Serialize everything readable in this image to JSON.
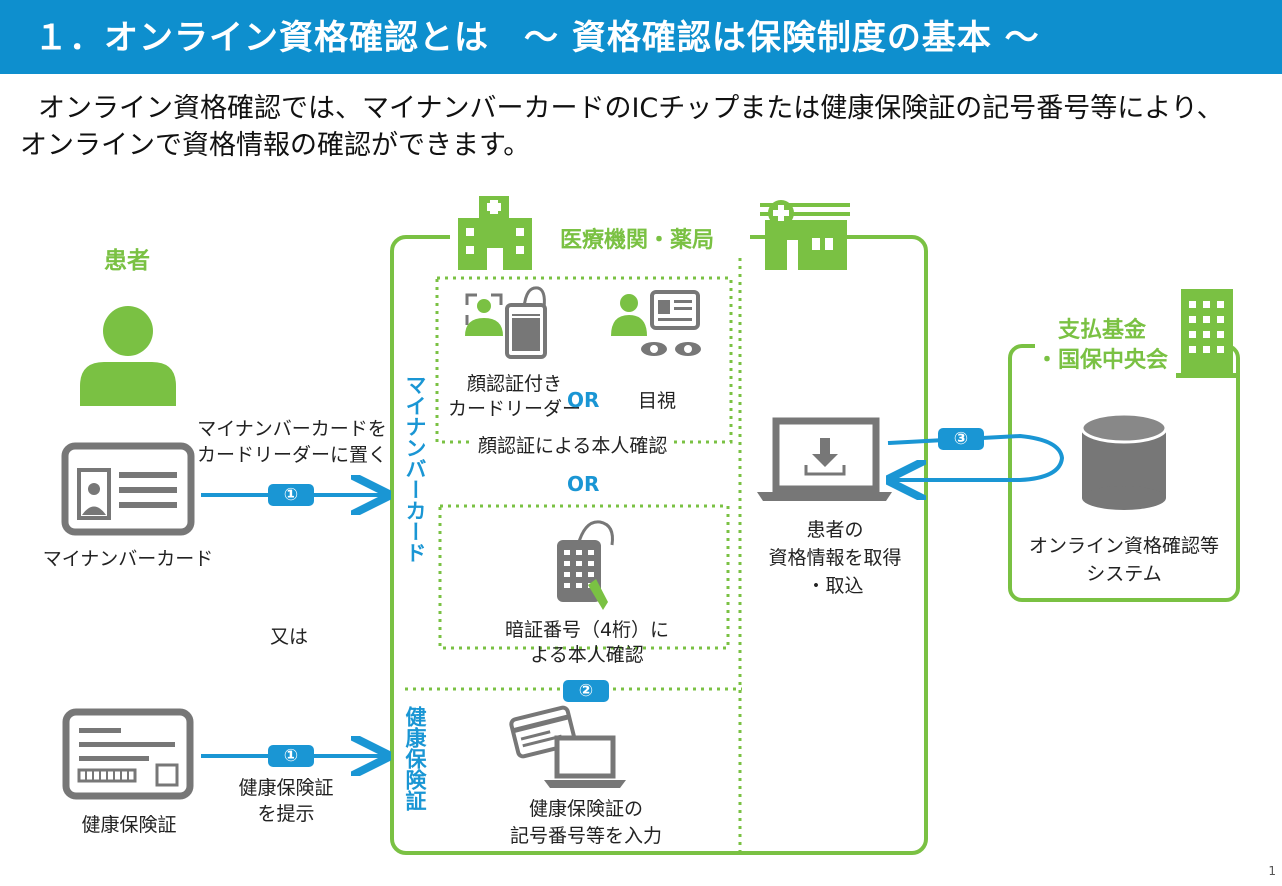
{
  "header": {
    "title": "１．オンライン資格確認とは　～ 資格確認は保険制度の基本 ～"
  },
  "intro": {
    "line1": "オンライン資格確認では、マイナンバーカードのICチップまたは健康保険証の記号番号等により、",
    "line2": "オンラインで資格情報の確認ができます。"
  },
  "patient": {
    "title": "患者",
    "mynumber_card_label": "マイナンバーカード",
    "or_label": "又は",
    "insurance_card_label": "健康保険証",
    "action_mynumber_line1": "マイナンバーカードを",
    "action_mynumber_line2": "カードリーダーに置く",
    "action_insurance_line1": "健康保険証",
    "action_insurance_line2": "を提示"
  },
  "facility": {
    "title": "医療機関・薬局",
    "mynumber_vertical": "マイナンバーカード",
    "insurance_vertical": "健康保険証",
    "face_reader_line1": "顔認証付き",
    "face_reader_line2": "カードリーダー",
    "or": "OR",
    "visual_check": "目視",
    "face_confirm": "顔認証による本人確認",
    "pin_line1": "暗証番号（4桁）に",
    "pin_line2": "よる本人確認",
    "input_line1": "健康保険証の",
    "input_line2": "記号番号等を入力",
    "acquire_line1": "患者の",
    "acquire_line2": "資格情報を取得",
    "acquire_line3": "・取込"
  },
  "fund": {
    "title_line1": "支払基金",
    "title_line2": "・国保中央会",
    "system_line1": "オンライン資格確認等",
    "system_line2": "システム"
  },
  "steps": {
    "one": "①",
    "two": "②",
    "three": "③"
  },
  "page_number": "1",
  "colors": {
    "header": "#0e8fce",
    "accent_blue": "#1a96d4",
    "accent_green": "#7ac143",
    "icon_gray": "#777777"
  },
  "icons": [
    "person-icon",
    "mynumber-card-icon",
    "insurance-card-icon",
    "hospital-building-icon",
    "clinic-icon",
    "face-recognition-icon",
    "card-reader-icon",
    "id-card-icon",
    "eye-icon",
    "pin-pad-icon",
    "laptop-download-icon",
    "card-laptop-icon",
    "office-building-icon",
    "database-icon"
  ]
}
